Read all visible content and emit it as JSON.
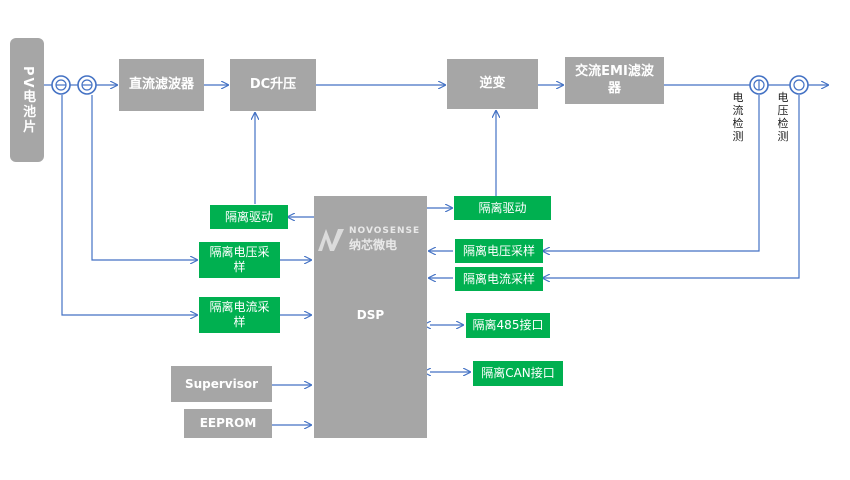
{
  "pv_panel": "PV电池片",
  "blocks": {
    "dc_filter": "直流滤波器",
    "dc_boost": "DC升压",
    "inverter": "逆变",
    "ac_emi_filter": "交流EMI滤波器",
    "dsp": "DSP",
    "supervisor": "Supervisor",
    "eeprom": "EEPROM"
  },
  "green_blocks": {
    "iso_drive_left": "隔离驱动",
    "iso_voltage_sample_left": "隔离电压采样",
    "iso_current_sample_left": "隔离电流采样",
    "iso_drive_right": "隔离驱动",
    "iso_voltage_sample_right": "隔离电压采样",
    "iso_current_sample_right": "隔离电流采样",
    "iso_485": "隔离485接口",
    "iso_can": "隔离CAN接口"
  },
  "sensor_labels": {
    "current_detect": "电流检测",
    "voltage_detect": "电压检测"
  },
  "watermark": {
    "brand_en": "NOVOSENSE",
    "brand_cn": "纳芯微电"
  },
  "colors": {
    "arrow": "#4472c4",
    "gray_block": "#a6a6a6",
    "green_block": "#00b050"
  }
}
